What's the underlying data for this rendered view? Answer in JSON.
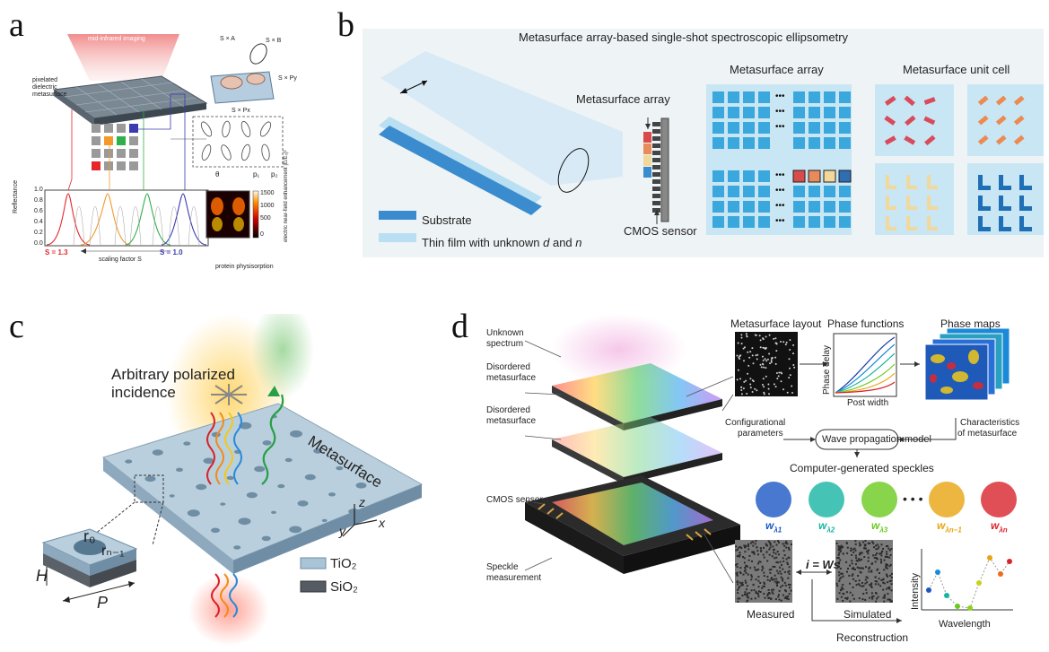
{
  "panels": {
    "a": {
      "letter": "a",
      "imaging": "mid-infrared imaging",
      "metasurface_label": [
        "pixelated",
        "dielectric",
        "metasurface"
      ],
      "unit_labels": {
        "sa": "S × A",
        "sb": "S × B",
        "spy": "S × Py",
        "spx": "S × Px"
      },
      "theta": "θ",
      "p1": "p₁",
      "p2": "p₂",
      "ylabel": "Reflectance",
      "y_ticks": [
        "1.0",
        "0.8",
        "0.6",
        "0.4",
        "0.2",
        "0.0"
      ],
      "s_left": "S = 1.3",
      "s_right": "S = 1.0",
      "scaling": "scaling factor S",
      "colorbar_ticks": [
        "1500",
        "1000",
        "500",
        "0"
      ],
      "colorbar_label": "electric near-field enhancement |E/E₀|²",
      "physio": "protein physisorption"
    },
    "b": {
      "letter": "b",
      "title": "Metasurface array-based single-shot spectroscopic ellipsometry",
      "array_label": "Metasurface array",
      "unit_label": "Metasurface unit cell",
      "array_side_label": "Metasurface array",
      "cmos": "CMOS sensor",
      "legend_substrate": "Substrate",
      "legend_film_prefix": "Thin film with unknown ",
      "legend_d": "d",
      "legend_and": " and ",
      "legend_n": "n",
      "dots": "•••"
    },
    "c": {
      "letter": "c",
      "incidence": [
        "Arbitrary polarized",
        "incidence"
      ],
      "metasurface": "Metasurface",
      "r0": "r₀",
      "rn": "rₙ₋₁",
      "H": "H",
      "P": "P",
      "axes": {
        "z": "z",
        "x": "x",
        "y": "y"
      },
      "legend": [
        {
          "name": "TiO₂",
          "color": "#a9c4d6"
        },
        {
          "name": "SiO₂",
          "color": "#555b62"
        }
      ]
    },
    "d": {
      "letter": "d",
      "unknown": [
        "Unknown",
        "spectrum"
      ],
      "disordered1": [
        "Disordered",
        "metasurface"
      ],
      "disordered2": [
        "Disordered",
        "metasurface"
      ],
      "cmos": "CMOS sensor",
      "speckle": [
        "Speckle",
        "measurement"
      ],
      "layout": "Metasurface layout",
      "phase_functions": "Phase functions",
      "phase_maps": "Phase maps",
      "phase_delay": "Phase delay",
      "post_width": "Post width",
      "config": [
        "Configurational",
        "parameters"
      ],
      "characteristics": [
        "Characteristics",
        "of metasurface"
      ],
      "model": "Wave propagation model",
      "speckles": "Computer-generated speckles",
      "weights": [
        {
          "name": "w",
          "sub": "λ1",
          "color": "#1a56c4"
        },
        {
          "name": "w",
          "sub": "λ2",
          "color": "#16b5a2"
        },
        {
          "name": "w",
          "sub": "λ3",
          "color": "#6ac91e"
        },
        {
          "name": "w",
          "sub": "λn−1",
          "color": "#e8a412"
        },
        {
          "name": "w",
          "sub": "λn",
          "color": "#d8232a"
        }
      ],
      "dots": "• • •",
      "equation": "i = Ws",
      "measured": "Measured",
      "simulated": "Simulated",
      "reconstruction": "Reconstruction",
      "intensity": "Intensity",
      "wavelength": "Wavelength"
    }
  }
}
